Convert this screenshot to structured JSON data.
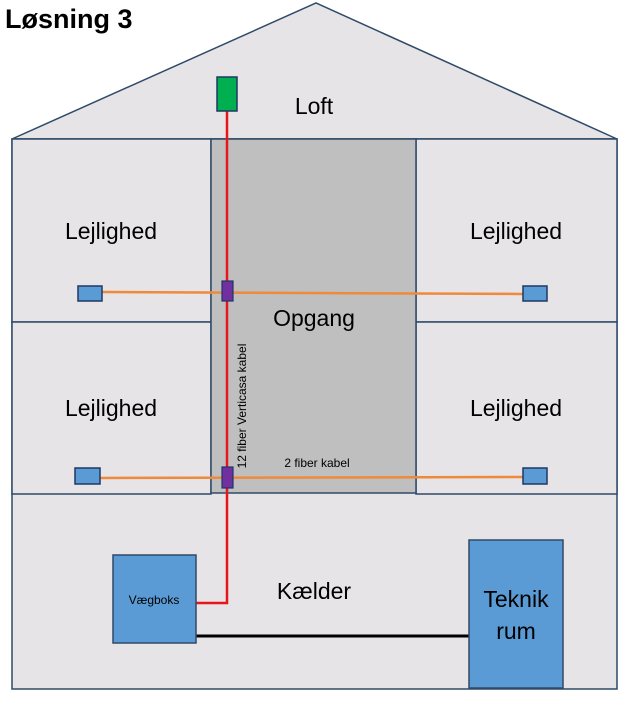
{
  "title": "Løsning 3",
  "rooms": {
    "attic": "Loft",
    "apartment_top_left": "Lejlighed",
    "apartment_top_right": "Lejlighed",
    "apartment_bottom_left": "Lejlighed",
    "apartment_bottom_right": "Lejlighed",
    "stairwell": "Opgang",
    "basement": "Kælder"
  },
  "cables": {
    "vertical_label": "12 fiber Verticasa kabel",
    "horizontal_label": "2 fiber kabel"
  },
  "boxes": {
    "wall_box": "Vægboks",
    "technical_room_line1": "Teknik",
    "technical_room_line2": "rum"
  },
  "colors": {
    "wall_fill": "#e6e4e6",
    "stairwell_fill": "#bfbfbf",
    "outline": "#2f4a68",
    "box_fill": "#5b9bd5",
    "riser_cable": "#e8161b",
    "drop_cable": "#ef8a3a",
    "splitter": "#7030a0",
    "attic_box": "#00b050",
    "link_cable": "#000000"
  }
}
